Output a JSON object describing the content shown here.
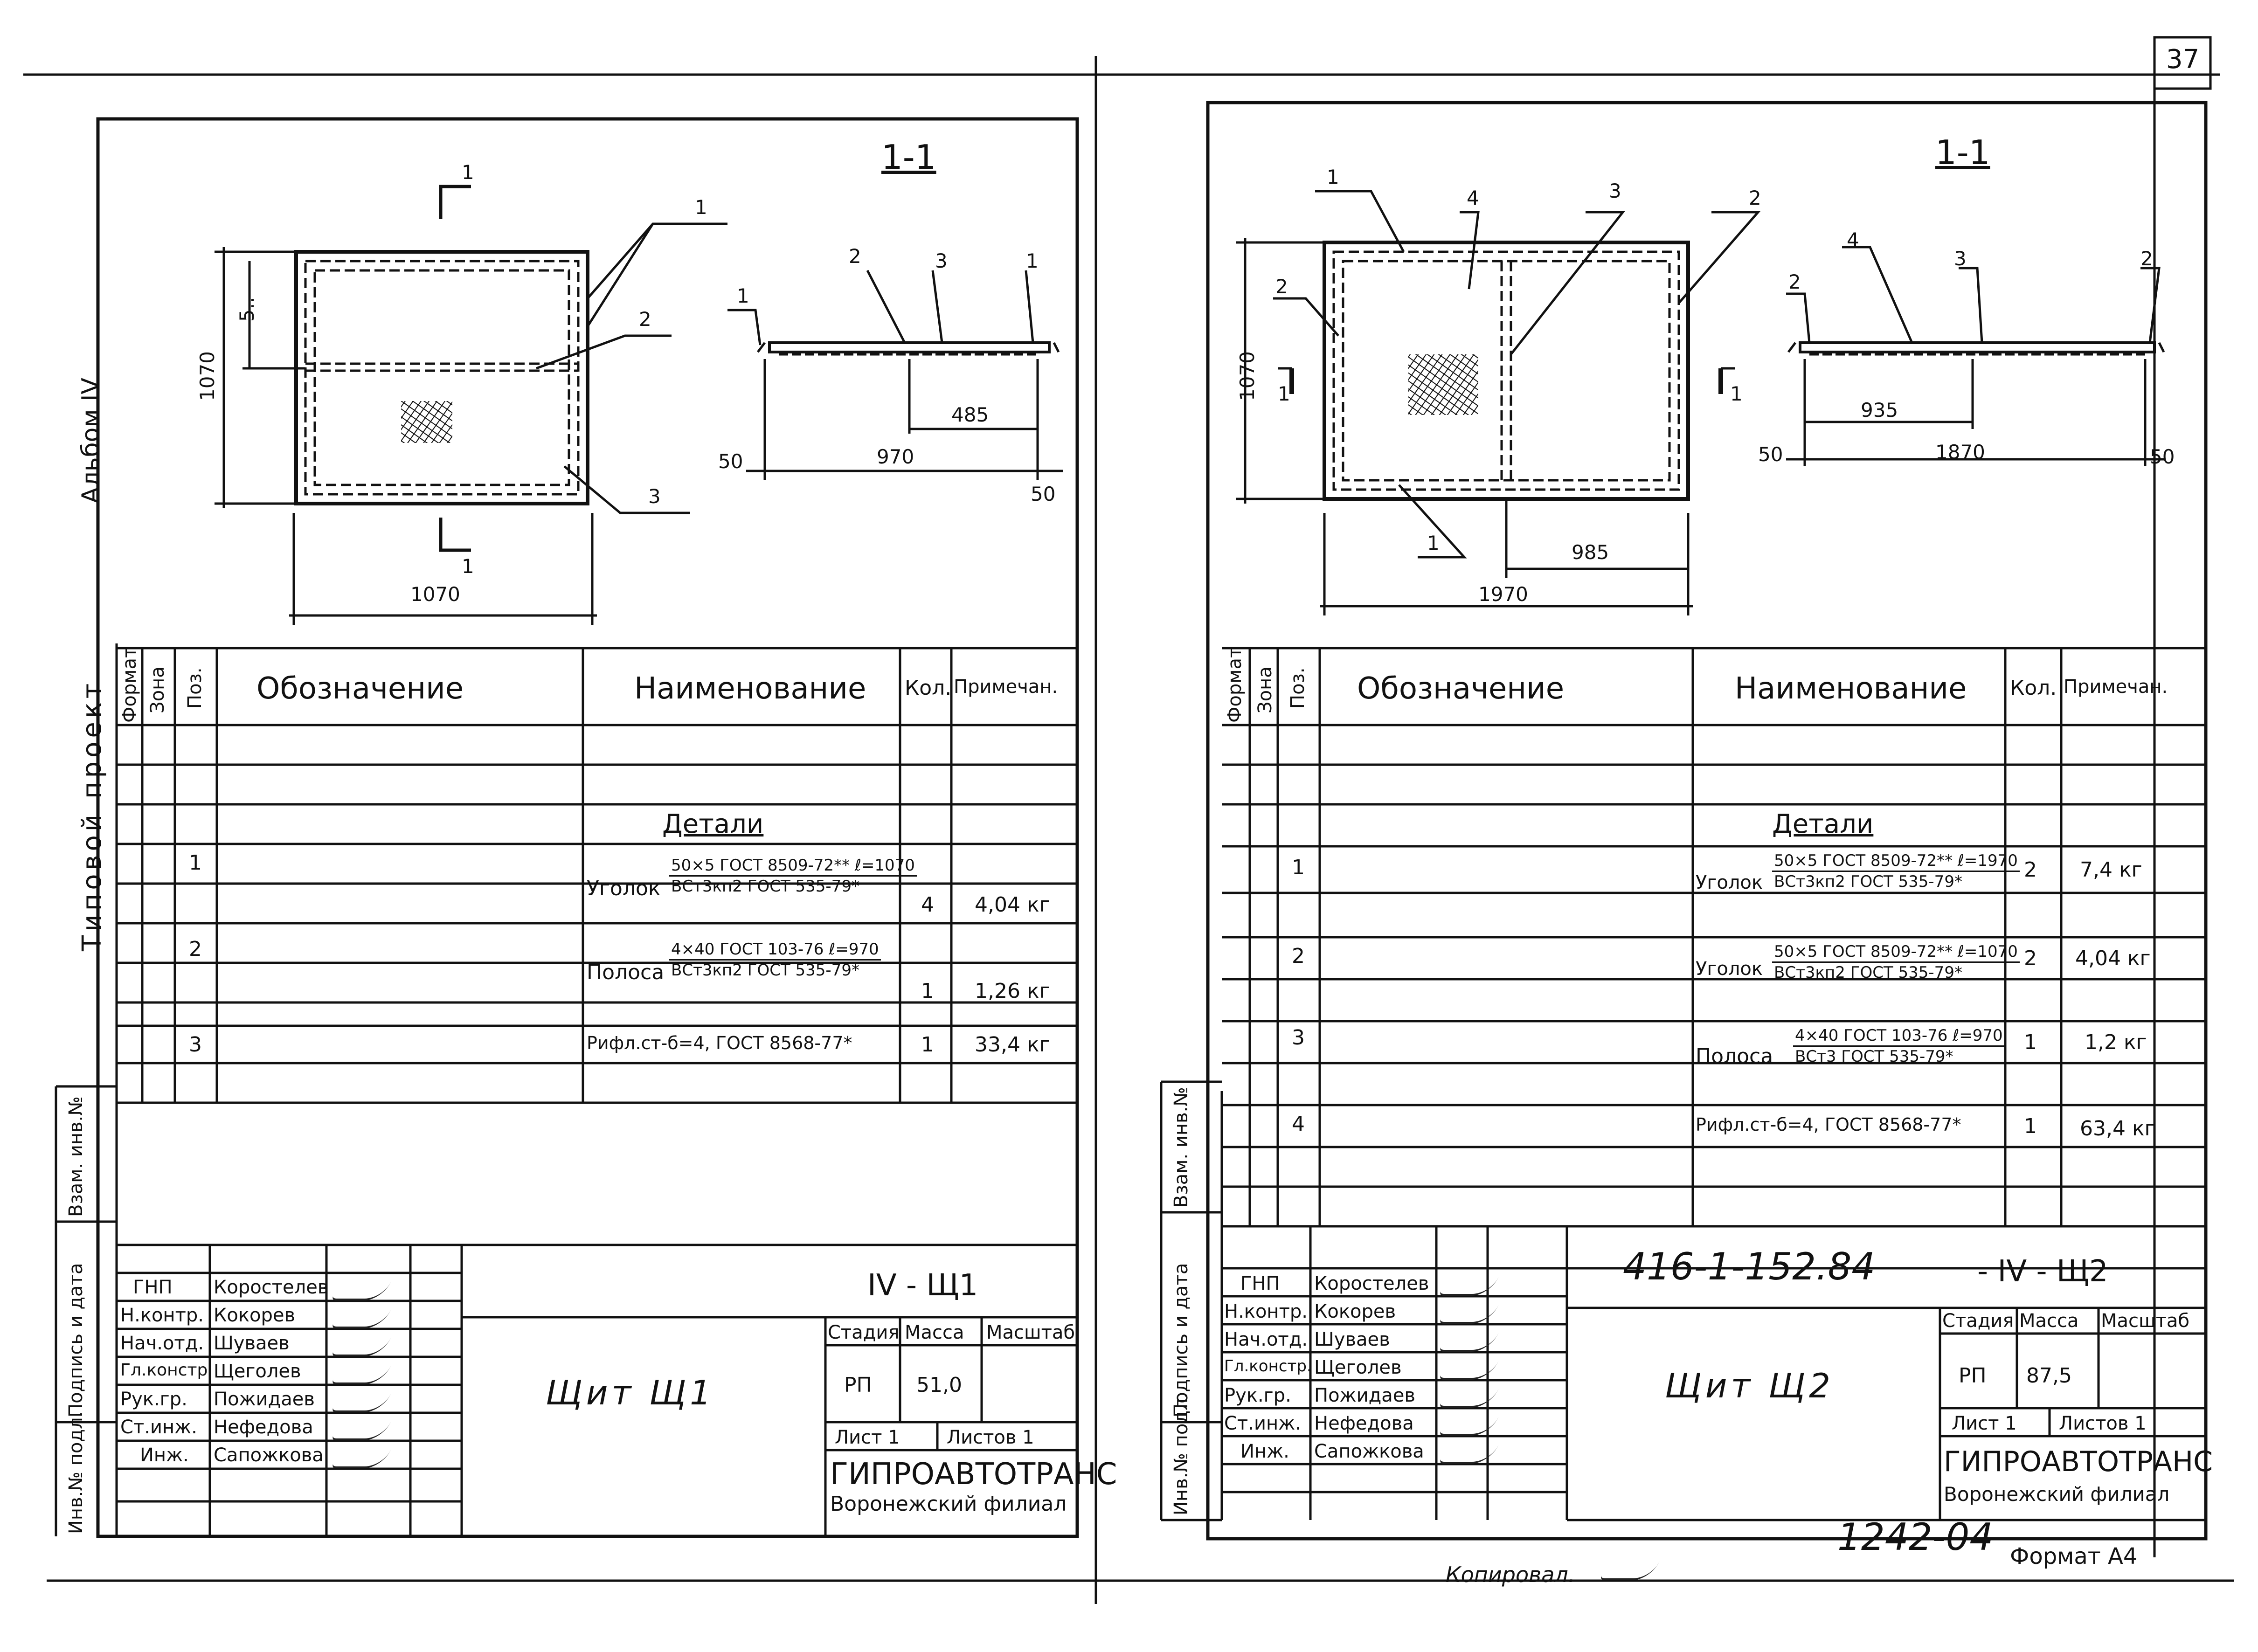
{
  "page_number": "37",
  "album_label": "Альбом IV",
  "left_margin_caption": "Типовой проект",
  "side_columns": [
    "Инв.№ подл.",
    "Подпись и дата",
    "Взам. инв.№"
  ],
  "copied_by": "Копировал.",
  "format_note": "Формат А4",
  "archive_number": "1242-04",
  "org": {
    "name": "ГИПРОАВТОТРАНС",
    "branch": "Воронежский филиал"
  },
  "spec_headers": {
    "format": "Формат",
    "zone": "Зона",
    "pos": "Поз.",
    "designation": "Обозначение",
    "name": "Наименование",
    "qty": "Кол.",
    "note": "Примечан."
  },
  "title_block_headers": {
    "stage": "Стадия",
    "mass": "Масса",
    "scale": "Масштаб",
    "sheet": "Лист 1",
    "sheets": "Листов 1"
  },
  "staff": [
    {
      "role": "ГНП",
      "name": "Коростелев"
    },
    {
      "role": "Н.контр.",
      "name": "Кокорев"
    },
    {
      "role": "Нач.отд.",
      "name": "Шуваев"
    },
    {
      "role": "Гл.констр.",
      "name": "Щеголев"
    },
    {
      "role": "Рук.гр.",
      "name": "Пожидаев"
    },
    {
      "role": "Ст.инж.",
      "name": "Нефедова"
    },
    {
      "role": "Инж.",
      "name": "Сапожкова"
    }
  ],
  "left": {
    "section_label": "1-1",
    "callouts": [
      "1",
      "2",
      "3"
    ],
    "section_marks": [
      "1",
      "1"
    ],
    "dims": {
      "width": "1070",
      "height": "1070",
      "mid": "5..",
      "section_half": "485",
      "section_width": "970",
      "edge_left": "50",
      "edge_right": "50"
    },
    "details_heading": "Детали",
    "rows": [
      {
        "pos": "1",
        "label": "Уголок",
        "spec_top": "50×5 ГОСТ 8509-72** ℓ=1070",
        "spec_bottom": "ВСт3кп2 ГОСТ 535-79*",
        "qty": "4",
        "note": "4,04 кг"
      },
      {
        "pos": "2",
        "label": "Полоса",
        "spec_top": "4×40 ГОСТ 103-76 ℓ=970",
        "spec_bottom": "ВСт3кп2 ГОСТ 535-79*",
        "qty": "1",
        "note": "1,26 кг"
      },
      {
        "pos": "3",
        "label": "",
        "spec_top": "Рифл.ст-б=4, ГОСТ 8568-77*",
        "spec_bottom": "",
        "qty": "1",
        "note": "33,4 кг"
      }
    ],
    "code": "IV - Щ1",
    "title": "Щит Щ1",
    "stage": "РП",
    "mass": "51,0",
    "scale": ""
  },
  "right": {
    "section_label": "1-1",
    "callouts": [
      "1",
      "4",
      "3",
      "2",
      "2",
      "4",
      "3",
      "2",
      "2",
      "1"
    ],
    "section_marks": [
      "1",
      "1"
    ],
    "dims": {
      "width": "1970",
      "height": "1070",
      "half": "985",
      "section_half": "935",
      "section_width": "1870",
      "edge_left": "50",
      "edge_right": "50"
    },
    "details_heading": "Детали",
    "rows": [
      {
        "pos": "1",
        "label": "Уголок",
        "spec_top": "50×5 ГОСТ 8509-72** ℓ=1970",
        "spec_bottom": "ВСт3кп2 ГОСТ 535-79*",
        "qty": "2",
        "note": "7,4 кг"
      },
      {
        "pos": "2",
        "label": "Уголок",
        "spec_top": "50×5 ГОСТ 8509-72** ℓ=1070",
        "spec_bottom": "ВСт3кп2 ГОСТ 535-79*",
        "qty": "2",
        "note": "4,04 кг"
      },
      {
        "pos": "3",
        "label": "Полоса",
        "spec_top": "4×40 ГОСТ 103-76 ℓ=970",
        "spec_bottom": "ВСт3 ГОСТ 535-79*",
        "qty": "1",
        "note": "1,2 кг"
      },
      {
        "pos": "4",
        "label": "",
        "spec_top": "Рифл.ст-б=4, ГОСТ 8568-77*",
        "spec_bottom": "",
        "qty": "1",
        "note": "63,4 кг"
      }
    ],
    "project_code": "416-1-152.84",
    "code": "- IV - Щ2",
    "title": "Щит Щ2",
    "stage": "РП",
    "mass": "87,5",
    "scale": ""
  }
}
